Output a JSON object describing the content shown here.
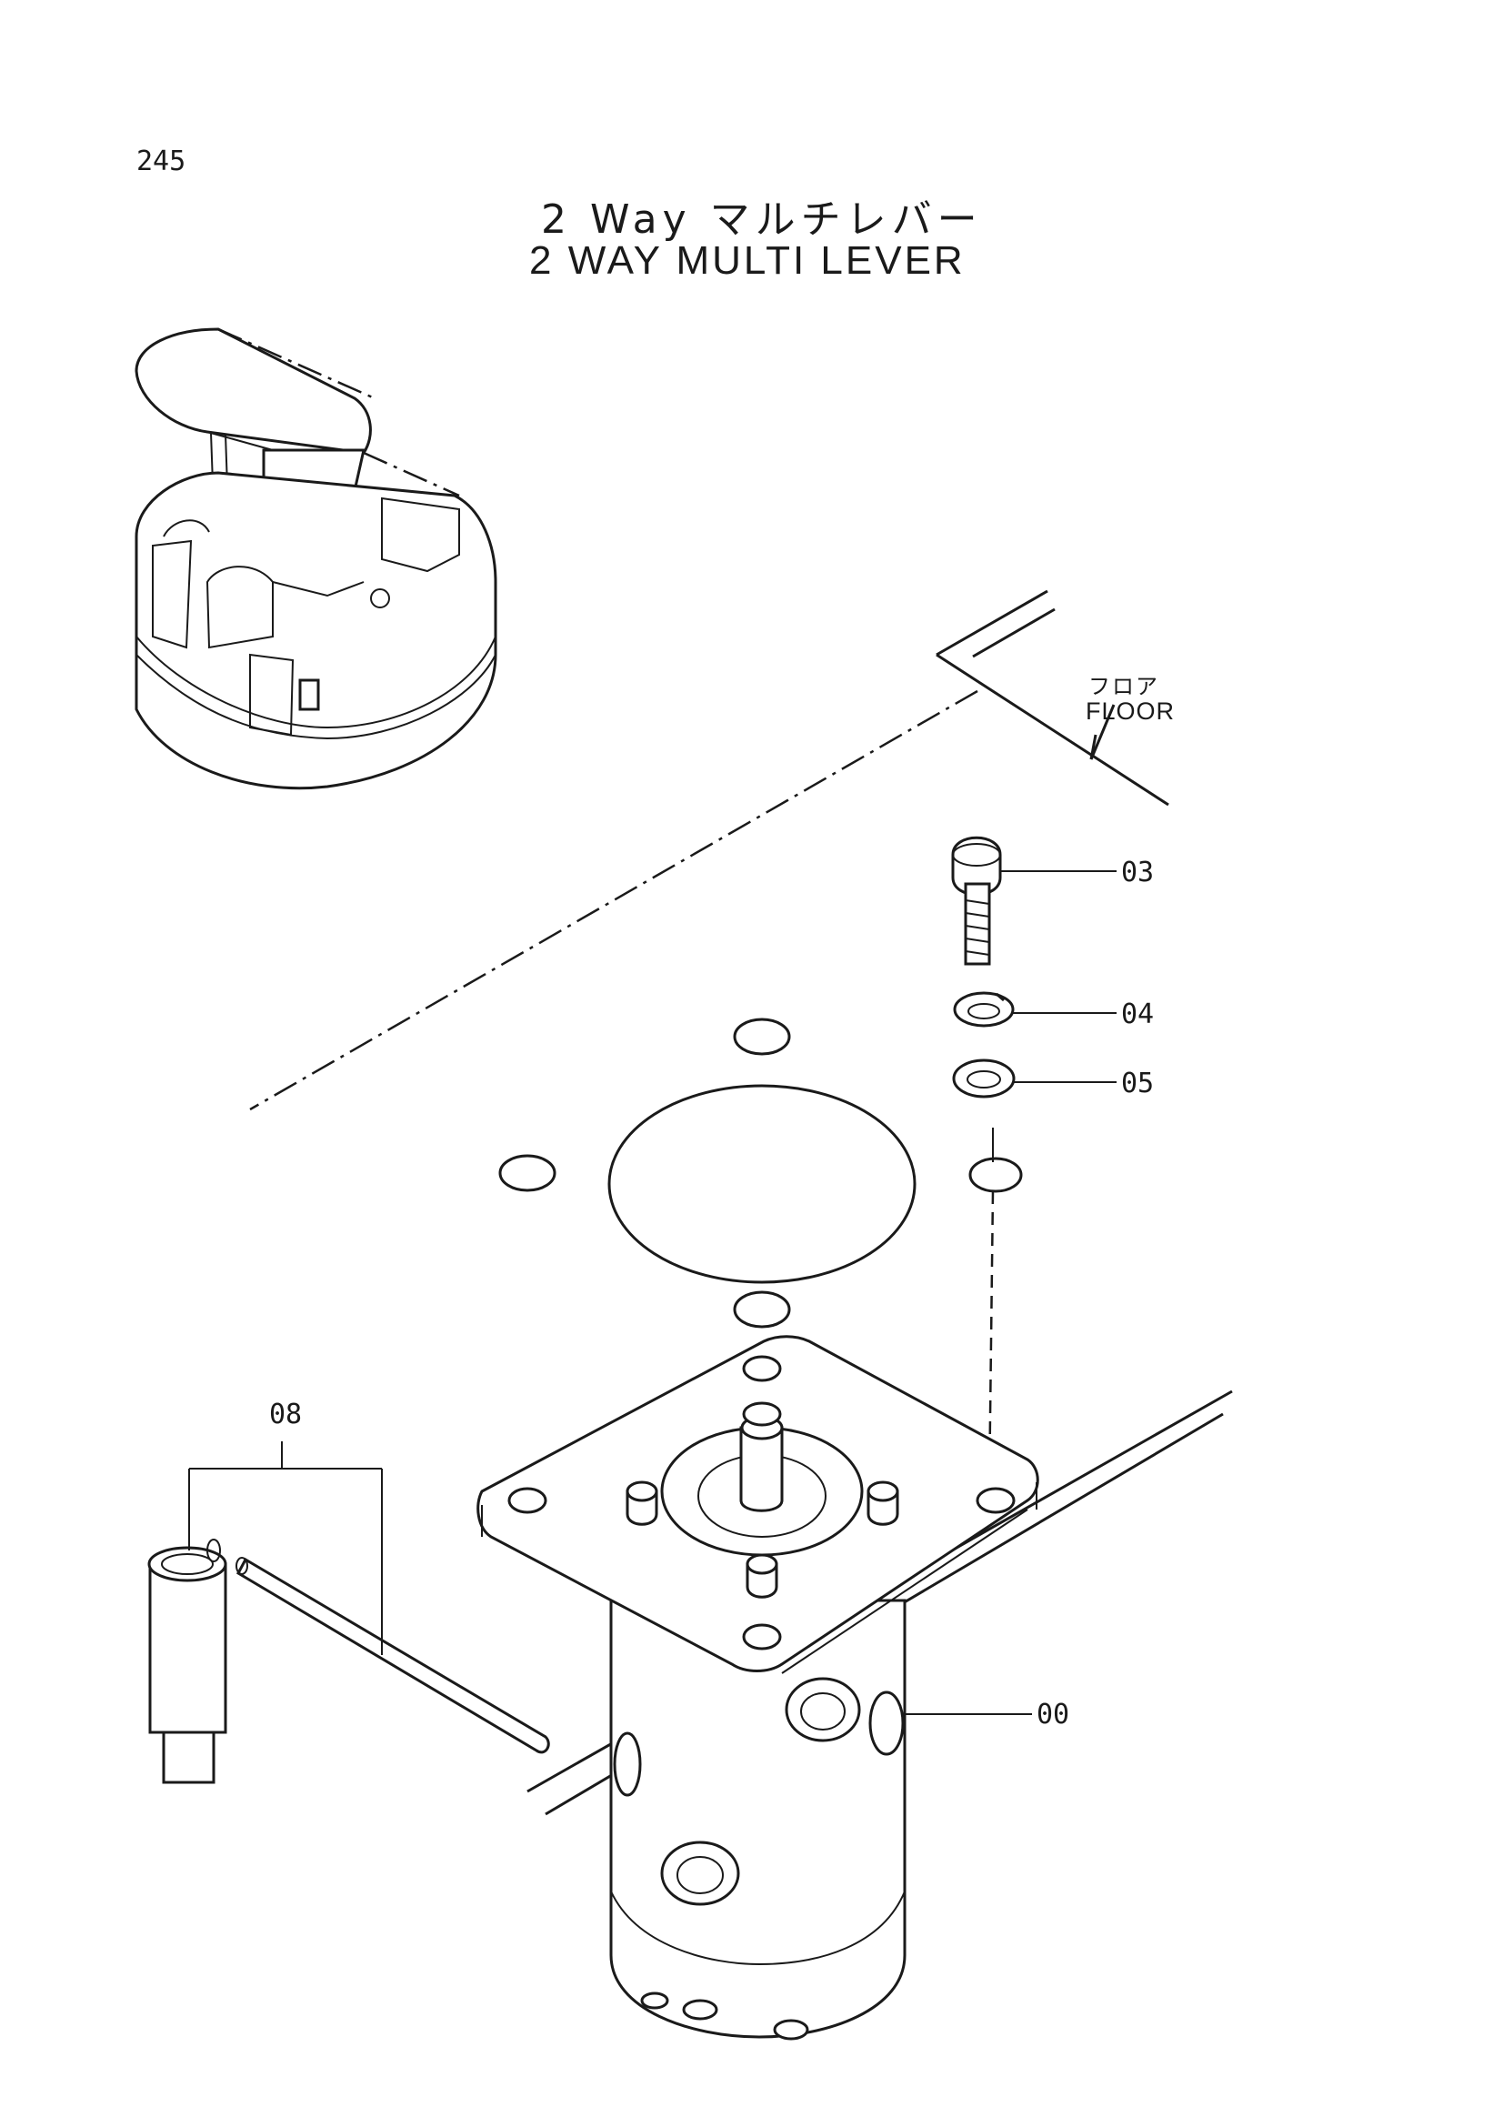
{
  "page_number": "245",
  "title": {
    "japanese": "2 Way マルチレバー",
    "english": "2 WAY MULTI LEVER"
  },
  "floor_label": {
    "japanese": "フロア",
    "english": "FLOOR"
  },
  "callouts": [
    {
      "id": "03",
      "part": "bolt"
    },
    {
      "id": "04",
      "part": "lock washer"
    },
    {
      "id": "05",
      "part": "washer"
    },
    {
      "id": "08",
      "part": "lever tool"
    },
    {
      "id": "00",
      "part": "valve body"
    }
  ]
}
